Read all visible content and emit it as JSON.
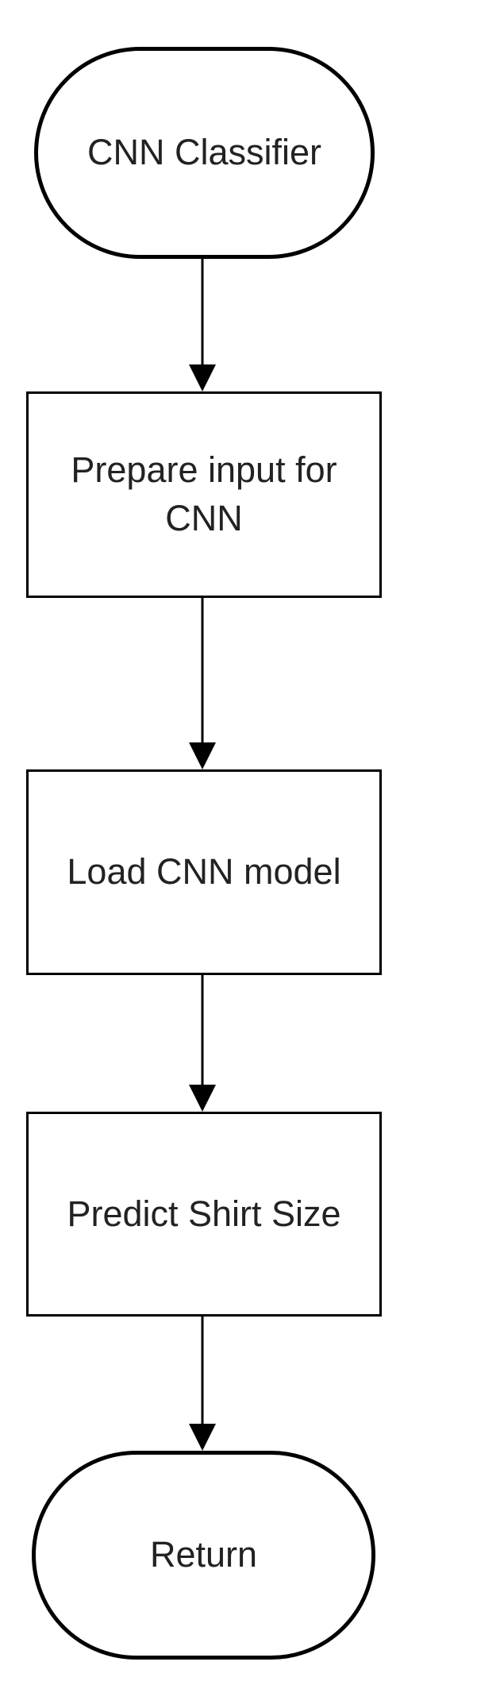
{
  "diagram": {
    "background_color": "#ffffff",
    "stroke_color": "#000000",
    "text_color": "#222222",
    "nodes": [
      {
        "id": "start",
        "type": "terminator",
        "label": "CNN Classifier"
      },
      {
        "id": "prepare",
        "type": "process",
        "label": "Prepare input for CNN"
      },
      {
        "id": "load",
        "type": "process",
        "label": "Load CNN model"
      },
      {
        "id": "predict",
        "type": "process",
        "label": "Predict Shirt Size"
      },
      {
        "id": "return",
        "type": "terminator",
        "label": "Return"
      }
    ],
    "edges": [
      {
        "from": "start",
        "to": "prepare"
      },
      {
        "from": "prepare",
        "to": "load"
      },
      {
        "from": "load",
        "to": "predict"
      },
      {
        "from": "predict",
        "to": "return"
      }
    ]
  }
}
